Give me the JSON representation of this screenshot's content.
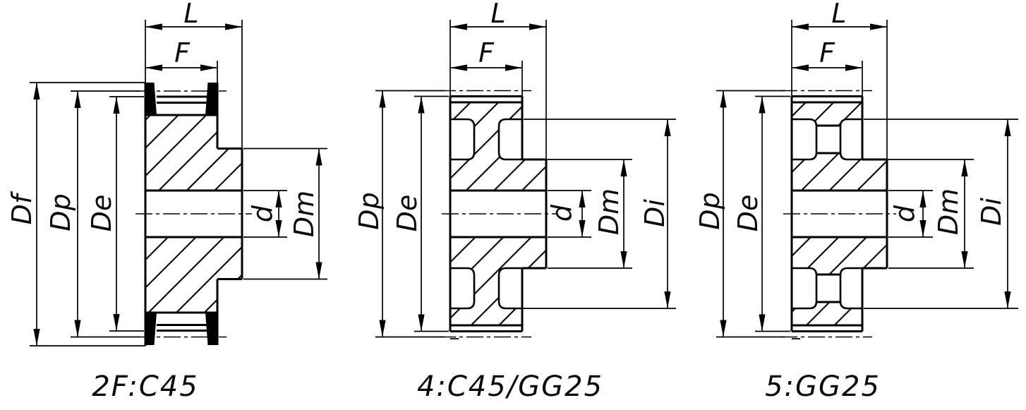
{
  "colors": {
    "line": "#000000",
    "background": "#ffffff"
  },
  "pulleys": [
    {
      "caption": "2F:C45",
      "dim_labels": {
        "L": "L",
        "F": "F",
        "Df": "Df",
        "Dp": "Dp",
        "De": "De",
        "d": "d",
        "Dm": "Dm"
      }
    },
    {
      "caption": "4:C45/GG25",
      "dim_labels": {
        "L": "L",
        "F": "F",
        "Dp": "Dp",
        "De": "De",
        "d": "d",
        "Dm": "Dm",
        "Di": "Di"
      }
    },
    {
      "caption": "5:GG25",
      "dim_labels": {
        "L": "L",
        "F": "F",
        "Dp": "Dp",
        "De": "De",
        "d": "d",
        "Dm": "Dm",
        "Di": "Di"
      }
    }
  ]
}
